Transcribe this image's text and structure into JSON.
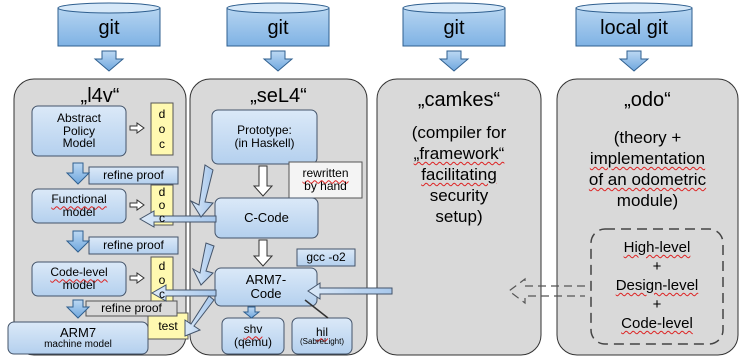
{
  "repos": [
    {
      "label": "git"
    },
    {
      "label": "git"
    },
    {
      "label": "git"
    },
    {
      "label": "local git"
    }
  ],
  "columns": [
    {
      "title": "„l4v“"
    },
    {
      "title": "„seL4“"
    },
    {
      "title": "„camkes“",
      "desc": [
        "(compiler for",
        "„framework“",
        "facilitating",
        "security",
        "setup)"
      ]
    },
    {
      "title": "„odo“",
      "desc": [
        "(theory +",
        "implementation",
        "of an odometric",
        "module)"
      ]
    }
  ],
  "l4v": {
    "abstract_line1": "Abstract",
    "abstract_line2": "Policy",
    "abstract_line3": "Model",
    "functional_line1": "Functional",
    "functional_line2": "model",
    "codelevel_line1": "Code-level",
    "codelevel_line2": "model",
    "arm7_line1": "ARM7",
    "arm7_line2": "machine model",
    "doc_letters": [
      "d",
      "o",
      "c"
    ],
    "refine_proof": "refine proof",
    "test": "test"
  },
  "sel4": {
    "prototype_line1": "Prototype:",
    "prototype_line2": "(in Haskell)",
    "rewritten_line1": "rewritten",
    "rewritten_line2": "by hand",
    "ccode": "C-Code",
    "gcc": "gcc -o2",
    "arm7code_line1": "ARM7-",
    "arm7code_line2": "Code",
    "shv_line1": "shv",
    "shv_line2": "(qemu)",
    "hil_line1": "hil",
    "hil_line2": "(SabreLight)"
  },
  "odo": {
    "levels": [
      "High-level",
      "+",
      "Design-level",
      "+",
      "Code-level"
    ]
  },
  "colors": {
    "panel_fill": "#d9d9d9",
    "box_fill": "#c5dcf3",
    "box_stroke": "#44546a",
    "note_fill": "#fff9b0"
  }
}
